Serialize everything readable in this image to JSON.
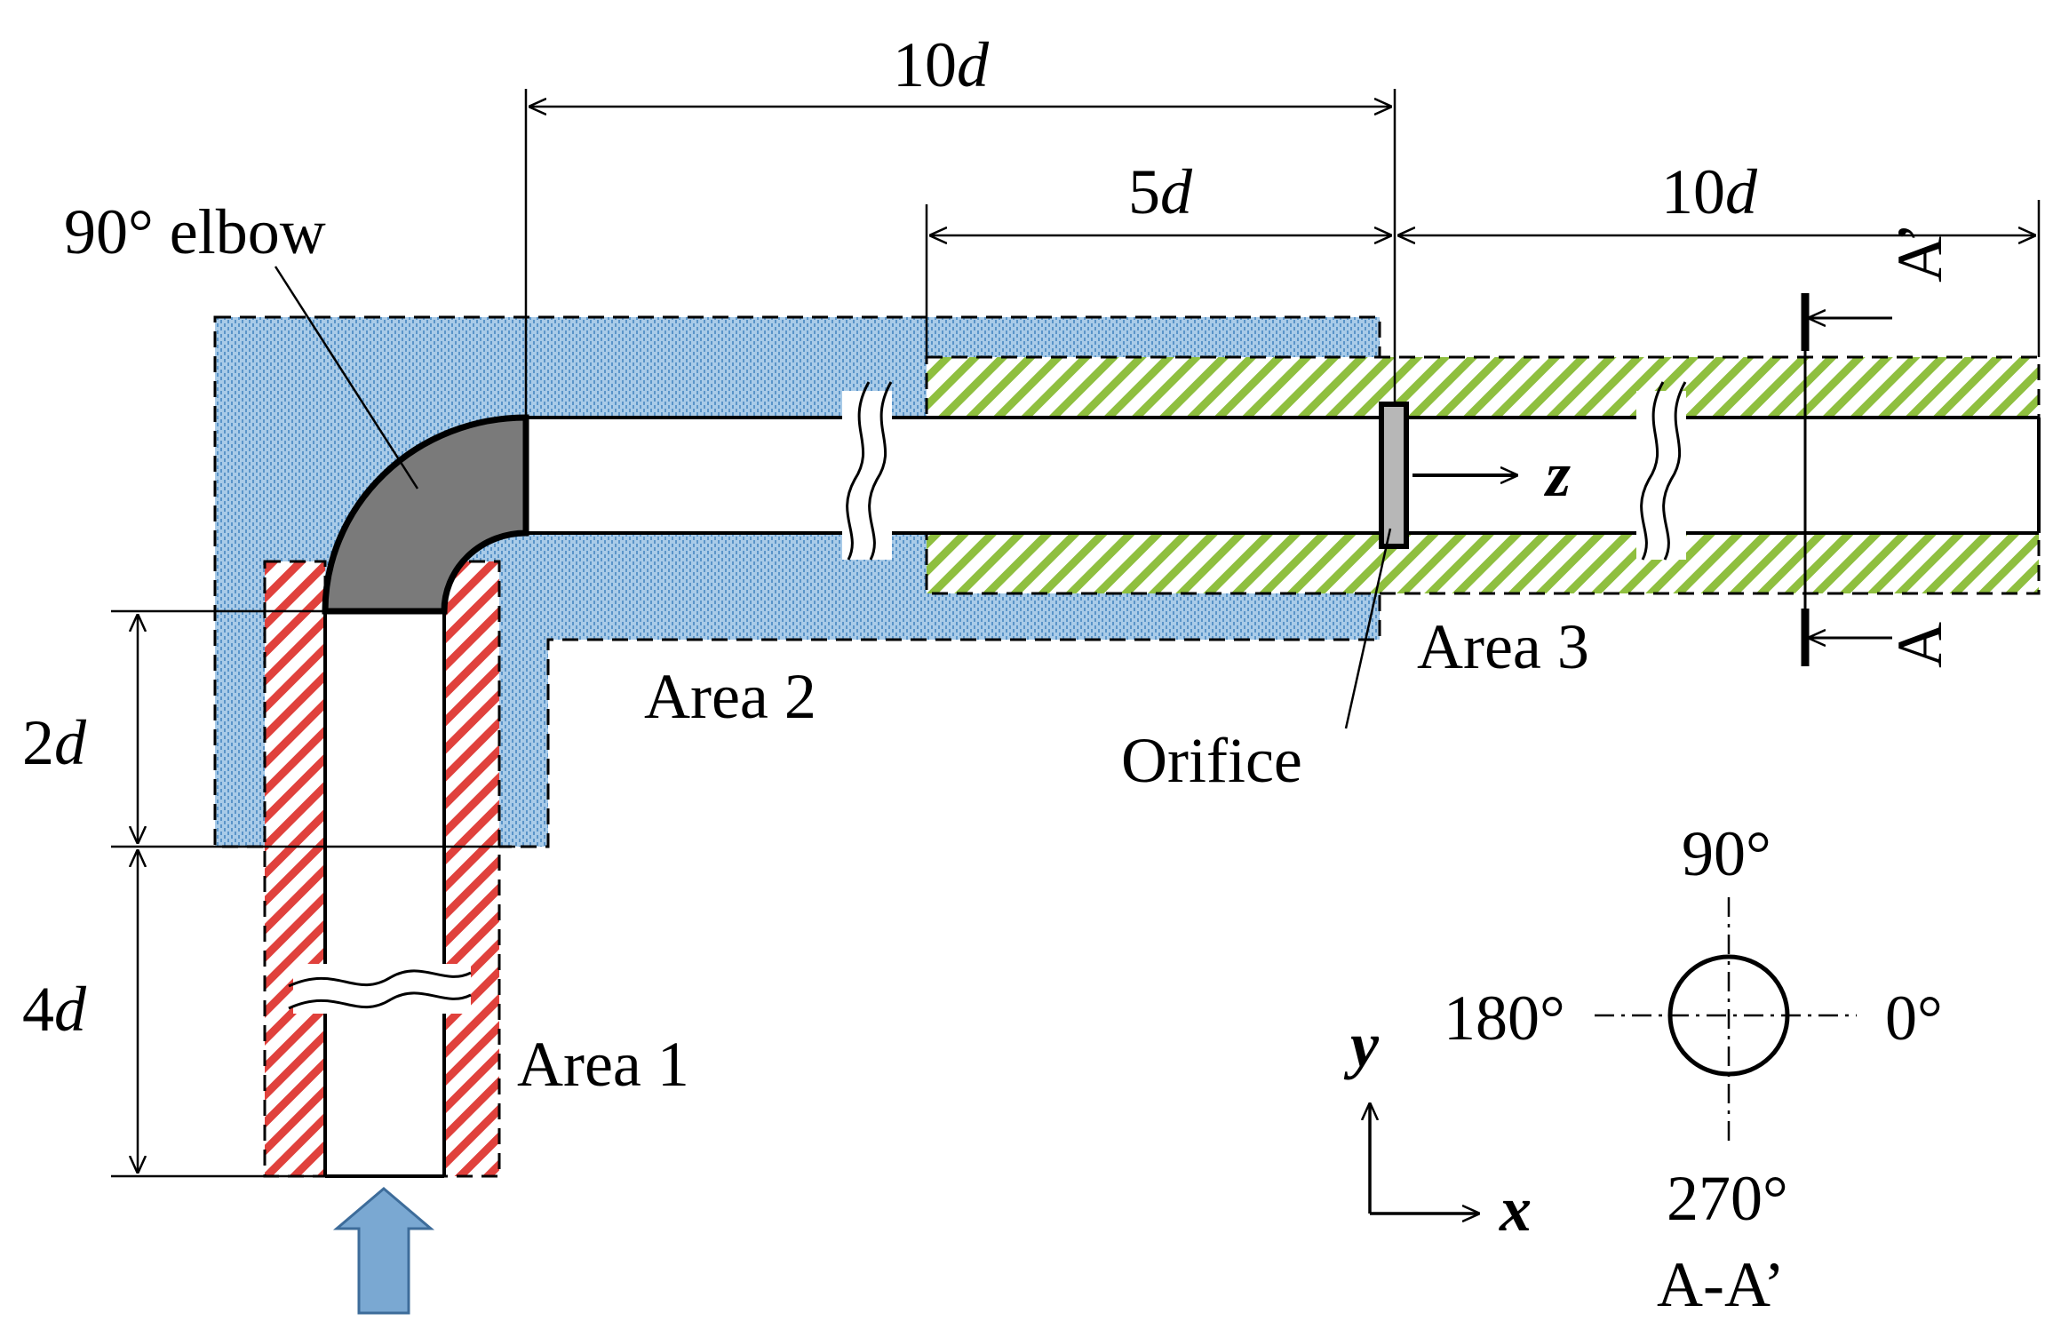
{
  "labels": {
    "elbow": "90° elbow",
    "area1": "Area 1",
    "area2": "Area 2",
    "area3": "Area 3",
    "orifice": "Orifice",
    "z_axis": "z",
    "x_axis": "x",
    "y_axis": "y",
    "section_a": "A",
    "section_a_prime": "A’"
  },
  "dimensions": {
    "top_span": {
      "num": "10",
      "unit": "d"
    },
    "upstream_orifice": {
      "num": "5",
      "unit": "d"
    },
    "downstream_orifice": {
      "num": "10",
      "unit": "d"
    },
    "vertical_2d": {
      "num": "2",
      "unit": "d"
    },
    "vertical_4d": {
      "num": "4",
      "unit": "d"
    }
  },
  "cross_section": {
    "angle_top": "90°",
    "angle_left": "180°",
    "angle_right": "0°",
    "angle_bottom": "270°",
    "caption": "A-A’"
  },
  "colors": {
    "area1_hatch": "#e0413c",
    "area2_fill": "#a9cbe8",
    "area2_dots": "#5b95c9",
    "area3_hatch": "#8fbf3f",
    "elbow_fill": "#7a7a7a",
    "orifice_fill": "#b7b7b7",
    "flow_arrow": "#7aa8d2",
    "flow_arrow_stroke": "#3d6c9a"
  }
}
